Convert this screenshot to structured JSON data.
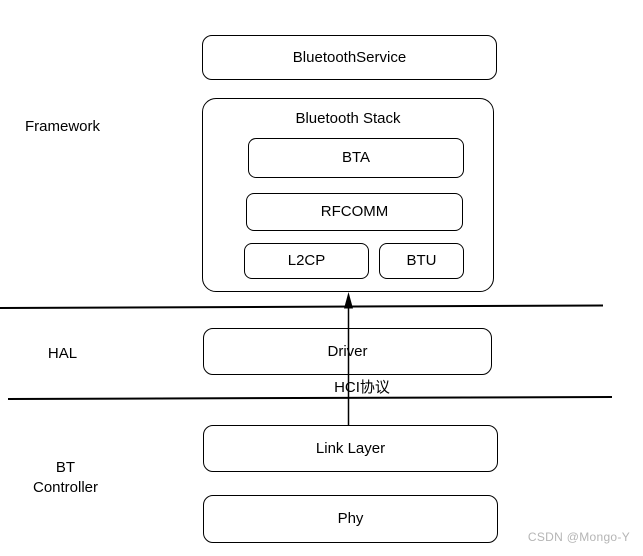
{
  "layer_labels": {
    "framework": "Framework",
    "hal": "HAL",
    "bt_controller": "BT\nController"
  },
  "nodes": {
    "bluetooth_service": "BluetoothService",
    "bluetooth_stack_title": "Bluetooth Stack",
    "bta": "BTA",
    "rfcomm": "RFCOMM",
    "l2cp": "L2CP",
    "btu": "BTU",
    "driver": "Driver",
    "link_layer": "Link Layer",
    "phy": "Phy"
  },
  "connections": {
    "hci_arrow": {
      "from": "Link Layer",
      "to": "Bluetooth Stack",
      "direction": "up",
      "label": "HCI协议"
    }
  },
  "watermark": {
    "text": "CSDN @Mongo-Y"
  },
  "colors": {
    "stroke": "#000000",
    "box_fill": "#ffffff",
    "background": "#ffffff",
    "text": "#000000",
    "watermark": "#b5b5b5"
  }
}
